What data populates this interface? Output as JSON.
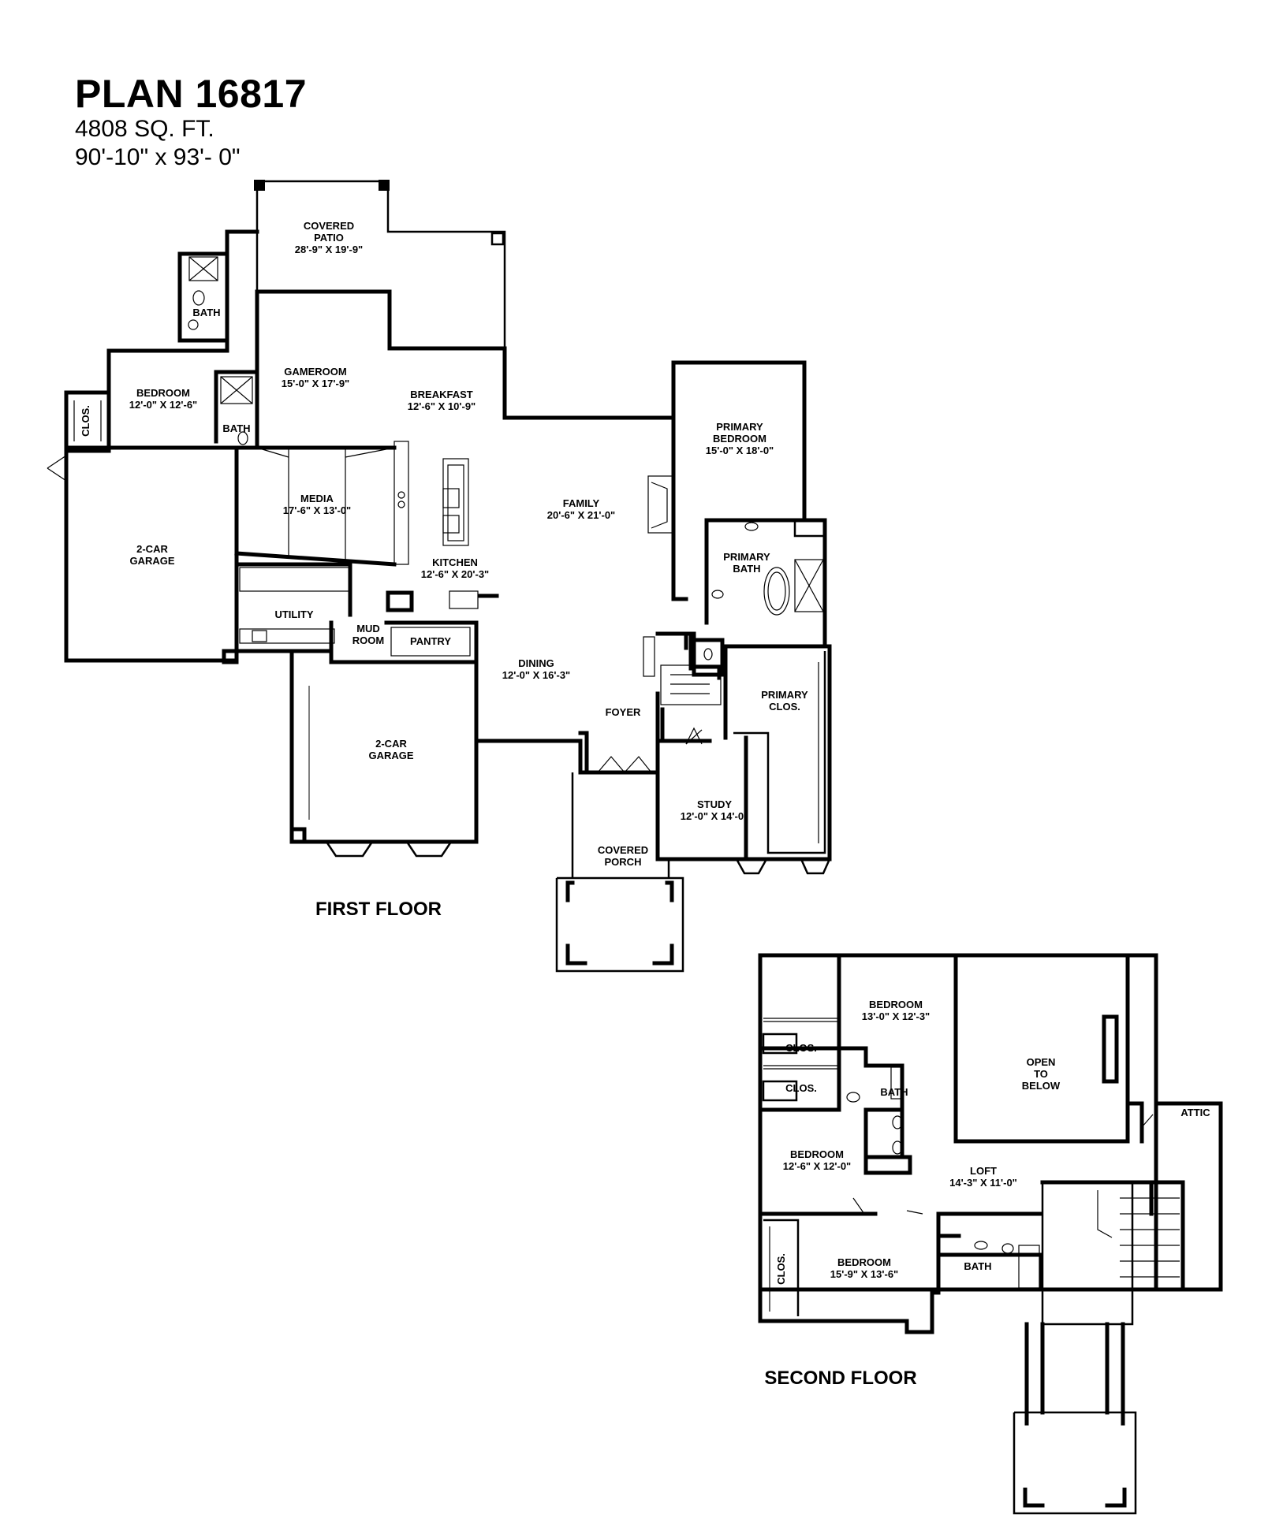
{
  "header": {
    "plan_title": "PLAN 16817",
    "square_feet": "4808 SQ. FT.",
    "dimensions": "90'-10\" x 93'- 0\""
  },
  "floors": {
    "first_floor_label": "FIRST FLOOR",
    "second_floor_label": "SECOND FLOOR"
  },
  "rooms_first": [
    {
      "name": "COVERED",
      "name2": "PATIO",
      "size": "28'-9\" X 19'-9\""
    },
    {
      "name": "BATH"
    },
    {
      "name": "BEDROOM",
      "size": "12'-0\" X 12'-6\""
    },
    {
      "name": "BATH"
    },
    {
      "name": "CLOS."
    },
    {
      "name": "GAMEROOM",
      "size": "15'-0\" X 17'-9\""
    },
    {
      "name": "BREAKFAST",
      "size": "12'-6\" X 10'-9\""
    },
    {
      "name": "PRIMARY",
      "name2": "BEDROOM",
      "size": "15'-0\" X 18'-0\""
    },
    {
      "name": "MEDIA",
      "size": "17'-6\" X 13'-0\""
    },
    {
      "name": "FAMILY",
      "size": "20'-6\" X 21'-0\""
    },
    {
      "name": "2-CAR",
      "name2": "GARAGE"
    },
    {
      "name": "KITCHEN",
      "size": "12'-6\" X 20'-3\""
    },
    {
      "name": "PRIMARY",
      "name2": "BATH"
    },
    {
      "name": "UTILITY"
    },
    {
      "name": "MUD",
      "name2": "ROOM"
    },
    {
      "name": "PANTRY"
    },
    {
      "name": "DINING",
      "size": "12'-0\" X 16'-3\""
    },
    {
      "name": "PRIMARY",
      "name2": "CLOS."
    },
    {
      "name": "FOYER"
    },
    {
      "name": "2-CAR",
      "name2": "GARAGE"
    },
    {
      "name": "STUDY",
      "size": "12'-0\" X 14'-0\""
    },
    {
      "name": "COVERED",
      "name2": "PORCH"
    }
  ],
  "rooms_second": [
    {
      "name": "BEDROOM",
      "size": "13'-0\" X 12'-3\""
    },
    {
      "name": "OPEN",
      "name2": "TO",
      "name3": "BELOW"
    },
    {
      "name": "CLOS."
    },
    {
      "name": "CLOS."
    },
    {
      "name": "BATH"
    },
    {
      "name": "ATTIC"
    },
    {
      "name": "BEDROOM",
      "size": "12'-6\" X 12'-0\""
    },
    {
      "name": "LOFT",
      "size": "14'-3\" X 11'-0\""
    },
    {
      "name": "CLOS."
    },
    {
      "name": "BEDROOM",
      "size": "15'-9\" X 13'-6\""
    },
    {
      "name": "BATH"
    }
  ]
}
